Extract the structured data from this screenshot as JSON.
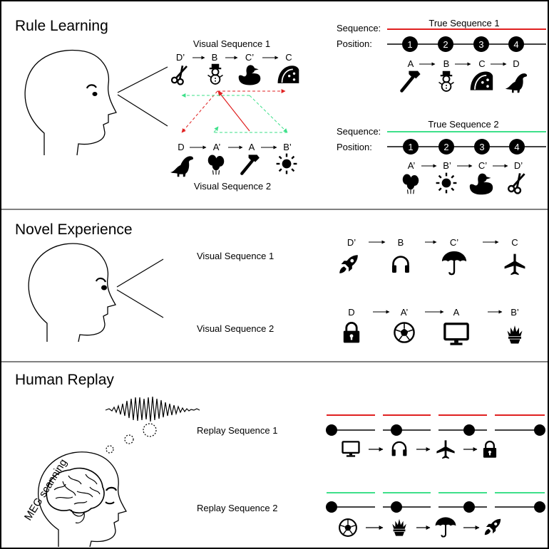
{
  "panels": {
    "rule_learning": {
      "title": "Rule Learning",
      "visual_seq1": "Visual Sequence 1",
      "visual_seq2": "Visual Sequence 2",
      "seq1_letters": [
        "D’",
        "B",
        "C’",
        "C"
      ],
      "seq2_letters": [
        "D",
        "A’",
        "A",
        "B’"
      ],
      "seq1_icons": [
        "scissors-icon",
        "snowman-icon",
        "duck-icon",
        "taco-icon"
      ],
      "seq2_icons": [
        "dinosaur-icon",
        "balloons-icon",
        "hammer-icon",
        "sun-icon"
      ],
      "true_seq1": {
        "title": "True Sequence 1",
        "color": "#e02020",
        "letters": [
          "A",
          "B",
          "C",
          "D"
        ],
        "icons": [
          "hammer-icon",
          "snowman-icon",
          "taco-icon",
          "dinosaur-icon"
        ]
      },
      "true_seq2": {
        "title": "True Sequence 2",
        "color": "#3ee08a",
        "letters": [
          "A’",
          "B’",
          "C’",
          "D’"
        ],
        "icons": [
          "balloons-icon",
          "sun-icon",
          "duck-icon",
          "scissors-icon"
        ]
      },
      "sequence_label": "Sequence:",
      "position_label": "Position:",
      "positions": [
        "1",
        "2",
        "3",
        "4"
      ]
    },
    "novel_experience": {
      "title": "Novel Experience",
      "visual_seq1": "Visual Sequence 1",
      "visual_seq2": "Visual Sequence 2",
      "seq1_letters": [
        "D’",
        "B",
        "C’",
        "C"
      ],
      "seq2_letters": [
        "D",
        "A’",
        "A",
        "B’"
      ],
      "seq1_icons": [
        "rocket-icon",
        "headphones-icon",
        "umbrella-icon",
        "airplane-icon"
      ],
      "seq2_icons": [
        "lock-icon",
        "soccer-ball-icon",
        "monitor-icon",
        "potted-plant-icon"
      ]
    },
    "human_replay": {
      "title": "Human Replay",
      "meg_label": "MEG scanning",
      "replay_seq1": "Replay Sequence 1",
      "replay_seq2": "Replay Sequence 2",
      "replay1_icons": [
        "monitor-icon",
        "headphones-icon",
        "airplane-icon",
        "lock-icon"
      ],
      "replay2_icons": [
        "soccer-ball-icon",
        "potted-plant-icon",
        "umbrella-icon",
        "rocket-icon"
      ],
      "color1": "#e02020",
      "color2": "#3ee08a"
    }
  }
}
